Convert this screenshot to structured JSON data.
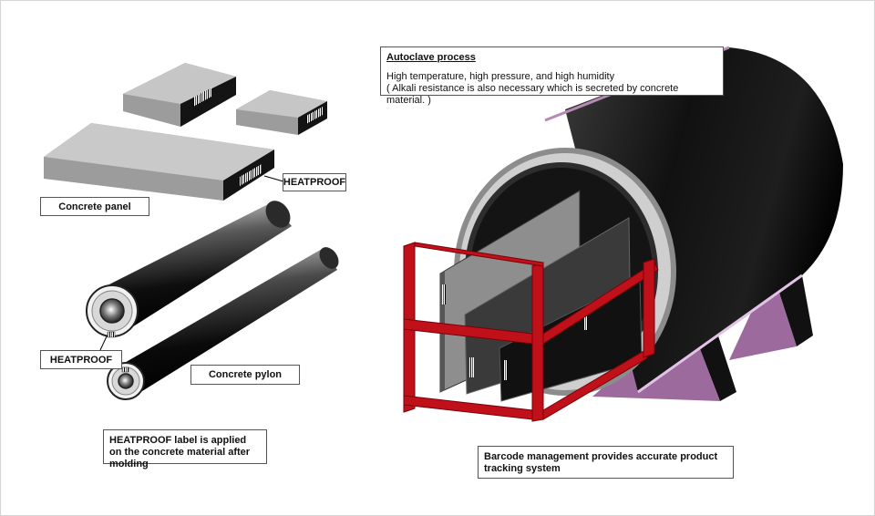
{
  "labels": {
    "heatproof_panel": "HEATPROOF",
    "concrete_panel": "Concrete panel",
    "heatproof_pylon": "HEATPROOF",
    "concrete_pylon": "Concrete pylon",
    "heatproof_note": "HEATPROOF label is applied on the concrete material after molding",
    "autoclave_title": "Autoclave process",
    "autoclave_line1": "High temperature, high pressure, and high humidity",
    "autoclave_line2": "( Alkali resistance is also necessary which is secreted by concrete material. )",
    "barcode_note": "Barcode management provides accurate product tracking system"
  },
  "colors": {
    "concrete_gray": "#a8a8a8",
    "cylinder_black": "#1c1c1c",
    "stand_purple": "#9c6a9c",
    "rack_red": "#c0101a"
  }
}
